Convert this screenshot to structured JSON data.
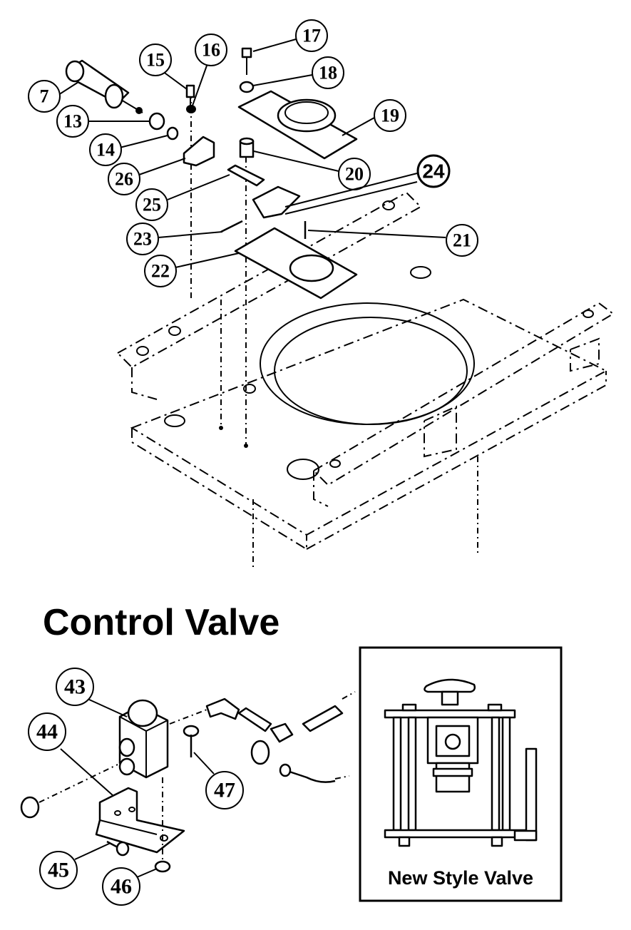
{
  "section_title": "Control Valve",
  "inset_title": "New Style Valve",
  "callouts": {
    "c7": "7",
    "c13": "13",
    "c14": "14",
    "c15": "15",
    "c16": "16",
    "c17": "17",
    "c18": "18",
    "c19": "19",
    "c20": "20",
    "c21": "21",
    "c22": "22",
    "c23": "23",
    "c24": "24",
    "c25": "25",
    "c26": "26",
    "c43": "43",
    "c44": "44",
    "c45": "45",
    "c46": "46",
    "c47": "47"
  }
}
